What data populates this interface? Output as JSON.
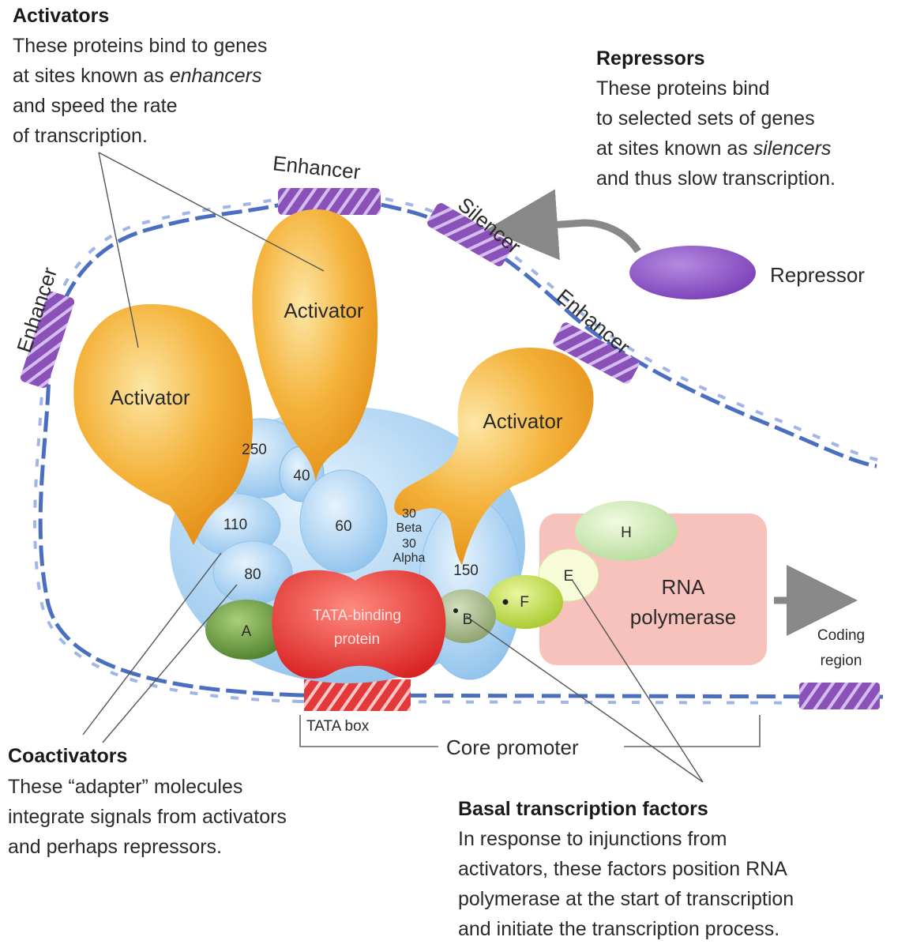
{
  "activators_block": {
    "title": "Activators",
    "line1": "These proteins bind to genes",
    "line2_prefix": "at sites known as ",
    "line2_italic": "enhancers",
    "line3": "and speed the rate",
    "line4": "of transcription."
  },
  "repressors_block": {
    "title": "Repressors",
    "line1": "These proteins bind",
    "line2": "to selected sets of genes",
    "line3_prefix": "at sites known as ",
    "line3_italic": "silencers",
    "line4": "and thus slow transcription."
  },
  "coactivators_block": {
    "title": "Coactivators",
    "line1": "These “adapter” molecules",
    "line2": "integrate signals from activators",
    "line3": "and perhaps repressors."
  },
  "basal_block": {
    "title": "Basal transcription factors",
    "line1": "In response to injunctions from",
    "line2": "activators, these factors position RNA",
    "line3": "polymerase at the start of transcription",
    "line4": "and initiate the transcription process."
  },
  "dna_labels": {
    "enhancer_top": "Enhancer",
    "enhancer_left": "Enhancer",
    "enhancer_right": "Enhancer",
    "silencer": "Silencer",
    "tata_box": "TATA box",
    "core_promoter": "Core promoter",
    "coding_region_1": "Coding",
    "coding_region_2": "region"
  },
  "proteins": {
    "activator_left": "Activator",
    "activator_center": "Activator",
    "activator_right": "Activator",
    "repressor": "Repressor",
    "tbp_1": "TATA-binding",
    "tbp_2": "protein",
    "rna_pol_1": "RNA",
    "rna_pol_2": "polymerase"
  },
  "coactivator_subunits": {
    "s250": "250",
    "s40": "40",
    "s110": "110",
    "s60": "60",
    "s80": "80",
    "s150": "150",
    "s30a": "30",
    "beta": "Beta",
    "s30b": "30",
    "alpha": "Alpha"
  },
  "basal_factors": {
    "a": "A",
    "b": "B",
    "f": "F",
    "e": "E",
    "h": "H"
  },
  "colors": {
    "dna_strand": "#4a6fc0",
    "enhancer_band": "#8a52b8",
    "activator": "#f2a52a",
    "coactivator": "#a9d2f2",
    "tbp": "#e83c3c",
    "rna_polymerase": "#f4aaa4",
    "repressor": "#8d55c8",
    "factor_green": "#6a9a3a",
    "factor_yellow_green": "#b8d83a"
  }
}
